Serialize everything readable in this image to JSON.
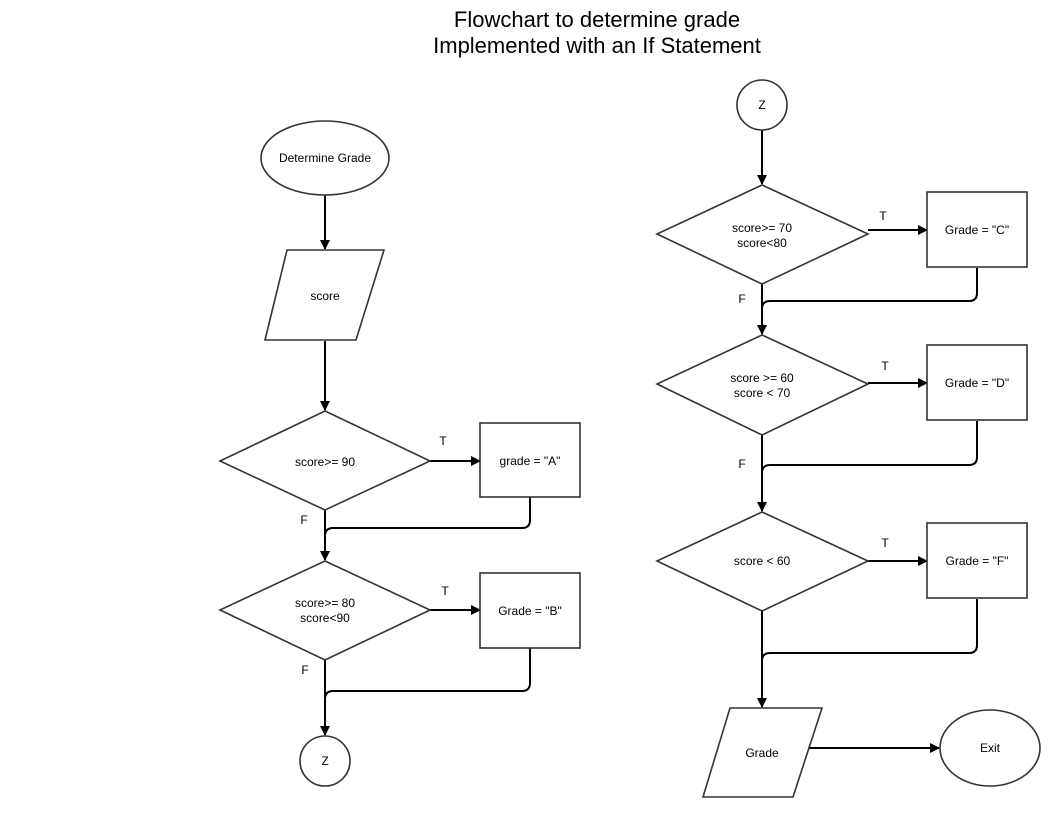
{
  "title": {
    "line1": "Flowchart to determine grade",
    "line2": "Implemented with an If Statement"
  },
  "nodes": {
    "start": "Determine Grade",
    "input_score": "score",
    "cond_a": [
      "score>= 90"
    ],
    "grade_a": "grade = \"A\"",
    "cond_b": [
      "score>= 80",
      "score<90"
    ],
    "grade_b": "Grade = \"B\"",
    "connector_bottom": "Z",
    "connector_top": "Z",
    "cond_c": [
      "score>= 70",
      "score<80"
    ],
    "grade_c": "Grade = \"C\"",
    "cond_d": [
      "score >= 60",
      "score < 70"
    ],
    "grade_d": "Grade = \"D\"",
    "cond_f": [
      "score < 60"
    ],
    "grade_f": "Grade = \"F\"",
    "output_grade": "Grade",
    "exit": "Exit"
  },
  "edge_labels": {
    "true": "T",
    "false": "F"
  },
  "colors": {
    "stroke": "#333333",
    "arrow": "#000000",
    "fill": "#ffffff"
  }
}
